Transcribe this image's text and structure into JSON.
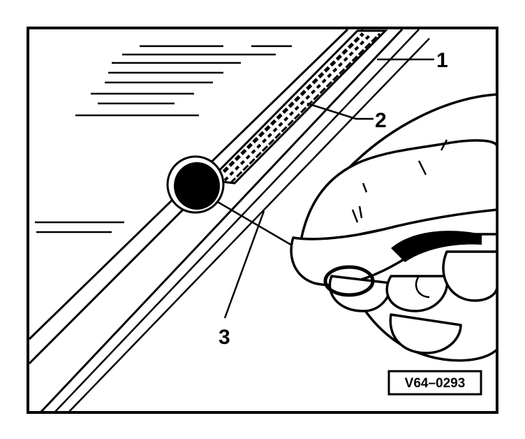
{
  "callouts": [
    {
      "id": "1",
      "label": "1"
    },
    {
      "id": "2",
      "label": "2"
    },
    {
      "id": "3",
      "label": "3"
    }
  ],
  "reference_code": "V64–0293",
  "colors": {
    "ink": "#000000",
    "paper": "#ffffff"
  }
}
